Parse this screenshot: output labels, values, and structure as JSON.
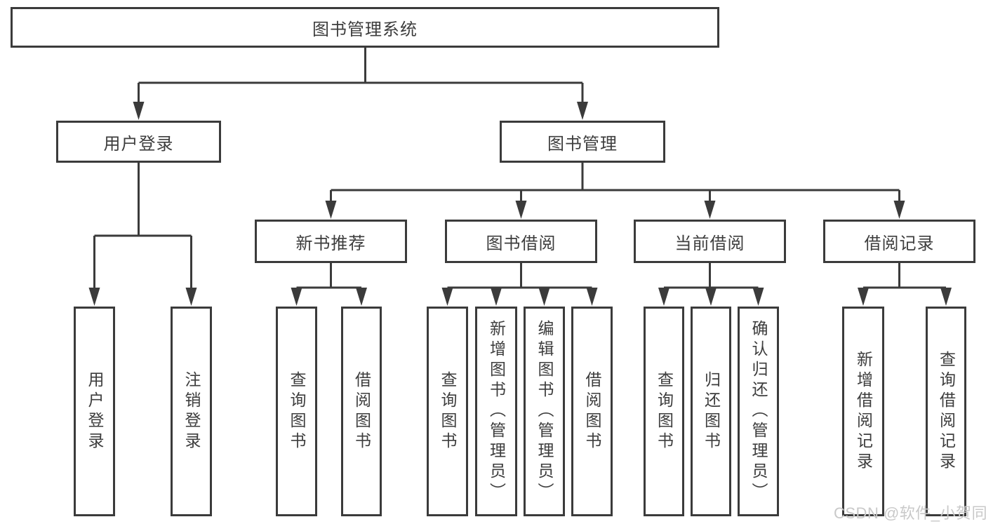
{
  "diagram": {
    "colors": {
      "line": "#3b3b3b",
      "text": "#3d3d3d",
      "background": "#ffffff",
      "watermark": "#c9c9c9"
    },
    "watermark": "CSDN @软件_小贺同学",
    "nodes": [
      {
        "id": "root",
        "label": "图书管理系统",
        "level": 1,
        "parent": null
      },
      {
        "id": "user-login",
        "label": "用户登录",
        "level": 2,
        "parent": "root"
      },
      {
        "id": "book-mgmt",
        "label": "图书管理",
        "level": 2,
        "parent": "root"
      },
      {
        "id": "new-book-rec",
        "label": "新书推荐",
        "level": 3,
        "parent": "book-mgmt"
      },
      {
        "id": "book-borrow",
        "label": "图书借阅",
        "level": 3,
        "parent": "book-mgmt"
      },
      {
        "id": "current-borrow",
        "label": "当前借阅",
        "level": 3,
        "parent": "book-mgmt"
      },
      {
        "id": "borrow-records",
        "label": "借阅记录",
        "level": 3,
        "parent": "book-mgmt"
      },
      {
        "id": "leaf-user-login",
        "label": "用户登录",
        "level": 4,
        "parent": "user-login"
      },
      {
        "id": "leaf-logout",
        "label": "注销登录",
        "level": 4,
        "parent": "user-login"
      },
      {
        "id": "leaf-nb-query",
        "label": "查询图书",
        "level": 4,
        "parent": "new-book-rec"
      },
      {
        "id": "leaf-nb-borrow",
        "label": "借阅图书",
        "level": 4,
        "parent": "new-book-rec"
      },
      {
        "id": "leaf-bb-query",
        "label": "查询图书",
        "level": 4,
        "parent": "book-borrow"
      },
      {
        "id": "leaf-bb-add",
        "label": "新增图书（管理员）",
        "level": 4,
        "parent": "book-borrow"
      },
      {
        "id": "leaf-bb-edit",
        "label": "编辑图书（管理员）",
        "level": 4,
        "parent": "book-borrow"
      },
      {
        "id": "leaf-bb-borrow",
        "label": "借阅图书",
        "level": 4,
        "parent": "book-borrow"
      },
      {
        "id": "leaf-cb-query",
        "label": "查询图书",
        "level": 4,
        "parent": "current-borrow"
      },
      {
        "id": "leaf-cb-return",
        "label": "归还图书",
        "level": 4,
        "parent": "current-borrow"
      },
      {
        "id": "leaf-cb-confirm",
        "label": "确认归还（管理员）",
        "level": 4,
        "parent": "current-borrow"
      },
      {
        "id": "leaf-br-add",
        "label": "新增借阅记录",
        "level": 4,
        "parent": "borrow-records"
      },
      {
        "id": "leaf-br-query",
        "label": "查询借阅记录",
        "level": 4,
        "parent": "borrow-records"
      }
    ]
  }
}
